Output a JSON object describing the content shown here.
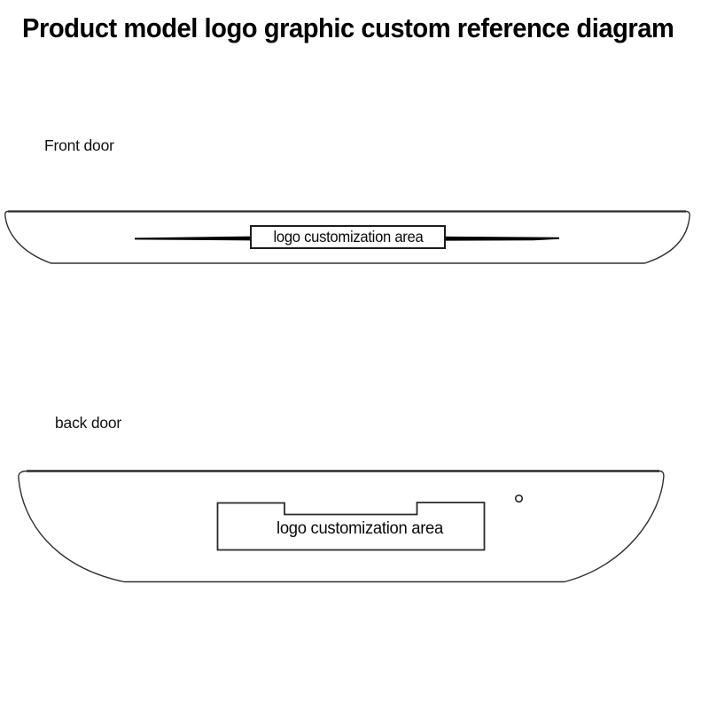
{
  "page": {
    "title": "Product model logo graphic custom reference diagram"
  },
  "colors": {
    "background": "#ffffff",
    "title_text": "#000000",
    "sill_outline": "#303030",
    "groove_line": "#000000",
    "box_border": "#1c1c1c"
  },
  "front_door": {
    "label": "Front door",
    "logo_area_label": "logo customization area"
  },
  "back_door": {
    "label": "back door",
    "logo_area_label": "logo customization area"
  }
}
